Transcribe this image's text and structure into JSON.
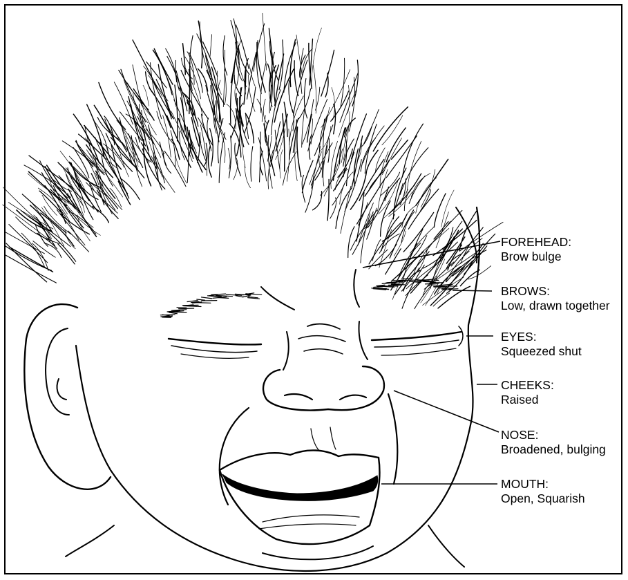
{
  "annotations": [
    {
      "key": "forehead",
      "label": "FOREHEAD:",
      "desc": "Brow bulge"
    },
    {
      "key": "brows",
      "label": "BROWS:",
      "desc": "Low, drawn together"
    },
    {
      "key": "eyes",
      "label": "EYES:",
      "desc": "Squeezed shut"
    },
    {
      "key": "cheeks",
      "label": "CHEEKS:",
      "desc": "Raised"
    },
    {
      "key": "nose",
      "label": "NOSE:",
      "desc": "Broadened, bulging"
    },
    {
      "key": "mouth",
      "label": "MOUTH:",
      "desc": "Open, Squarish"
    }
  ],
  "style": {
    "ink": "#000000",
    "background": "#ffffff"
  }
}
